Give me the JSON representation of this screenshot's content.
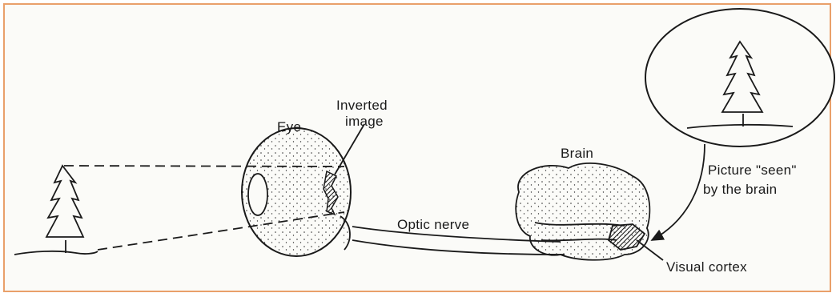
{
  "labels": {
    "inverted_1": "Inverted",
    "inverted_2": "image",
    "eye": "Eye",
    "brain": "Brain",
    "picture_1": "Picture \"seen\"",
    "picture_2": "by the brain",
    "optic_nerve": "Optic nerve",
    "visual_cortex": "Visual cortex"
  },
  "colors": {
    "frame_border": "#e9a06a",
    "ink": "#1a1a1a"
  }
}
